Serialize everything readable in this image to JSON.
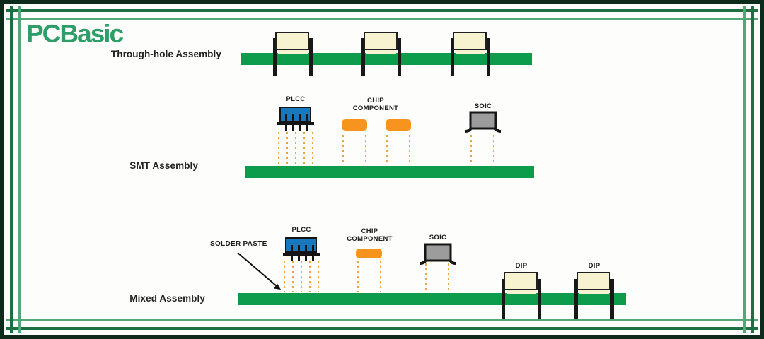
{
  "logo": {
    "text": "PCBasic",
    "color": "#2E9E68"
  },
  "sections": {
    "through_hole": {
      "label": "Through-hole Assembly"
    },
    "smt": {
      "label": "SMT Assembly"
    },
    "mixed": {
      "label": "Mixed Assembly",
      "callout": "SOLDER PASTE"
    }
  },
  "component_labels": {
    "plcc": "PLCC",
    "chip_line1": "CHIP",
    "chip_line2": "COMPONENT",
    "soic": "SOIC",
    "dip": "DIP"
  },
  "colors": {
    "board_green": "#0C9C4B",
    "plcc_blue": "#1778BE",
    "chip_orange": "#F7941E",
    "soic_gray": "#9C9C9C",
    "component_cream": "#F7F2CF",
    "paste_dot_orange": "#F0A23F",
    "frame_dark": "#0C2B1A",
    "frame_line_dark": "#1E6F41",
    "frame_line_light": "#52A877",
    "logo_green": "#2E9E68"
  }
}
